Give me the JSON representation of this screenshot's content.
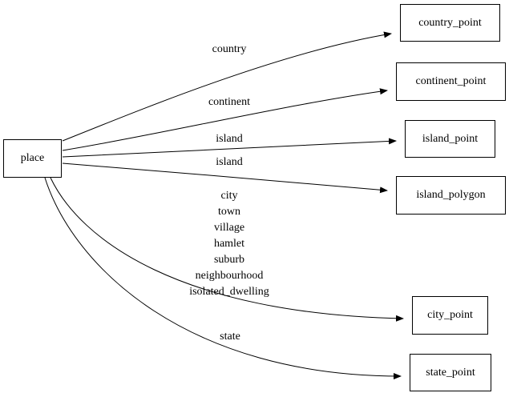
{
  "diagram": {
    "colors": {
      "background": "#ffffff",
      "node_fill": "#ffffff",
      "node_border": "#000000",
      "edge": "#000000",
      "text": "#000000"
    },
    "nodes": {
      "place": {
        "label": "place"
      },
      "country_point": {
        "label": "country_point"
      },
      "continent_point": {
        "label": "continent_point"
      },
      "island_point": {
        "label": "island_point"
      },
      "island_polygon": {
        "label": "island_polygon"
      },
      "city_point": {
        "label": "city_point"
      },
      "state_point": {
        "label": "state_point"
      }
    },
    "edges": [
      {
        "from": "place",
        "to": "country_point",
        "label": "country"
      },
      {
        "from": "place",
        "to": "continent_point",
        "label": "continent"
      },
      {
        "from": "place",
        "to": "island_point",
        "label": "island"
      },
      {
        "from": "place",
        "to": "island_polygon",
        "label": "island"
      },
      {
        "from": "place",
        "to": "city_point",
        "label_lines": [
          "city",
          "town",
          "village",
          "hamlet",
          "suburb",
          "neighbourhood",
          "isolated_dwelling"
        ]
      },
      {
        "from": "place",
        "to": "state_point",
        "label": "state"
      }
    ]
  }
}
